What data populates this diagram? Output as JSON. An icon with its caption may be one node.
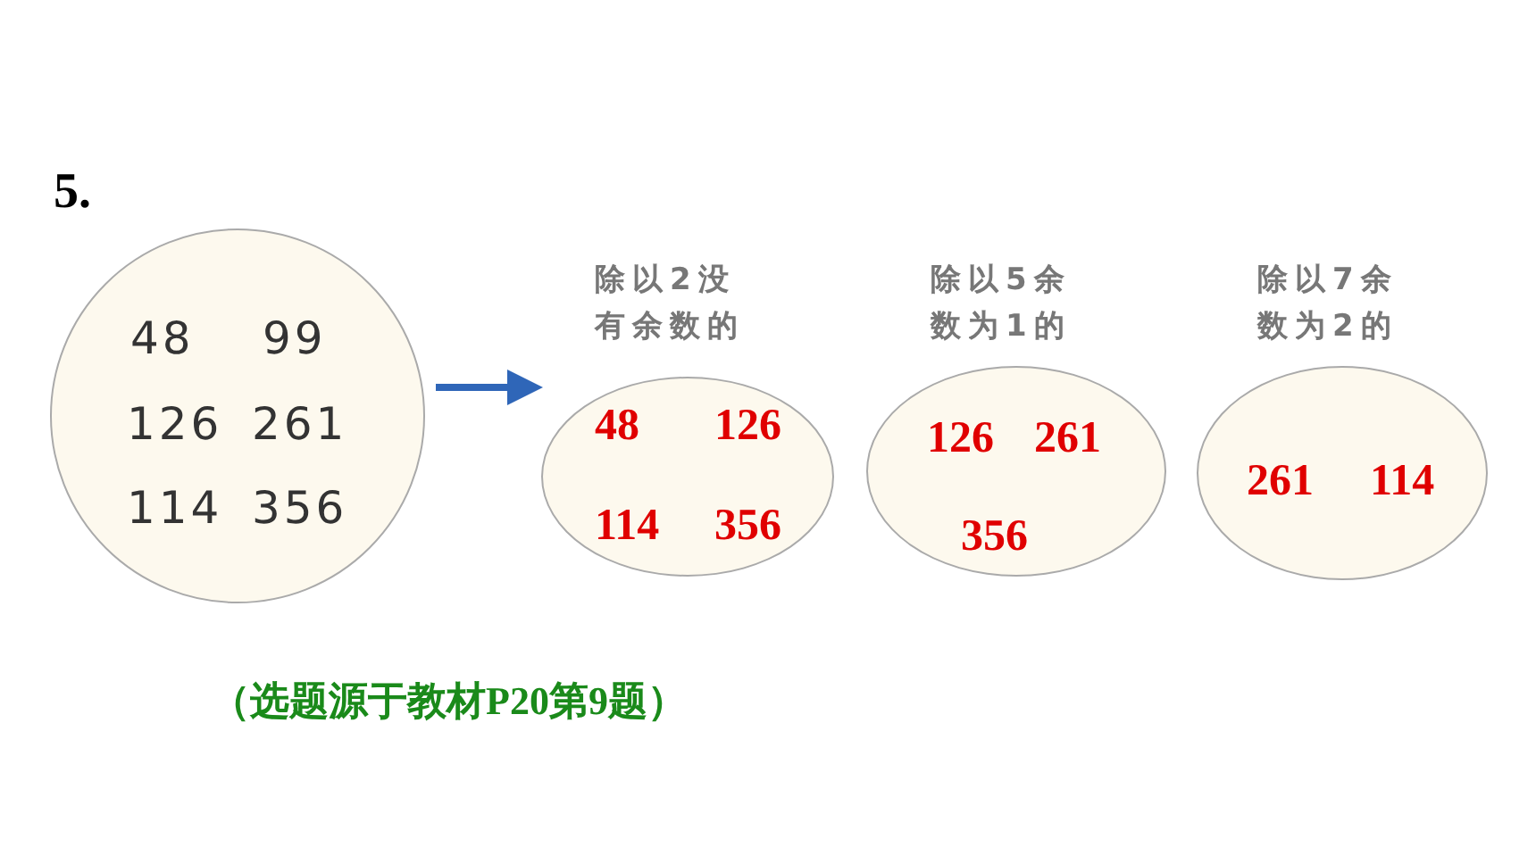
{
  "diagram": {
    "nodes": [
      {
        "text": [
          "48",
          "99",
          "126",
          "261",
          "114",
          "356"
        ]
      },
      {
        "text": [
          "除以2没有余数的",
          "48",
          "126",
          "114",
          "356"
        ]
      },
      {
        "text": [
          "除以5余数为1的",
          "126",
          "261",
          "356"
        ]
      },
      {
        "text": [
          "除以7余数为2的",
          "261",
          "114"
        ]
      }
    ],
    "edges": [
      {
        "from": 0,
        "to": 1,
        "arrow": "to"
      }
    ],
    "labels": [
      "5.",
      "（选题源于教材P20第9题）"
    ]
  }
}
